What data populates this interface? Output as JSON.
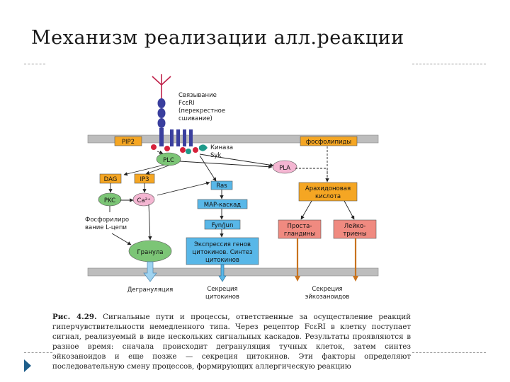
{
  "slide": {
    "title": "Механизм реализации алл.реакции"
  },
  "diagram": {
    "receptor_label": [
      "Связывание",
      "FcεRI",
      "(перекрестное",
      "сшивание)"
    ],
    "kinase_label": [
      "Киназа",
      "Syk"
    ],
    "boxes": {
      "pip2": "PIP2",
      "phospholipids": "фосфолипиды",
      "plc": "PLC",
      "pla": "PLA",
      "dag": "DAG",
      "ip3": "IP3",
      "pkc": "PKC",
      "ca": "Ca²⁺",
      "ras": "Ras",
      "map": "MAP-каскад",
      "fynjun": "Fyn/Jun",
      "cytokines": [
        "Экспрессия генов",
        "цитокинов. Синтез",
        "цитокинов"
      ],
      "arachidonic": [
        "Арахидоновая",
        "кислота"
      ],
      "prostaglandins": [
        "Проста-",
        "гландины"
      ],
      "leukotrienes": [
        "Лейко-",
        "триены"
      ],
      "granule": "Гранула"
    },
    "phosphorylation_label": [
      "Фосфорилиро",
      "вание L-цепи"
    ],
    "outputs": {
      "degranulation": "Дегрануляция",
      "cytokine_secretion": [
        "Секреция",
        "цитокинов"
      ],
      "eicosanoid_secretion": [
        "Секреция",
        "эйкозаноидов"
      ]
    },
    "colors": {
      "membrane": "#bdbdbd",
      "orange": "#f5a623",
      "salmon": "#f08a80",
      "green": "#7cc576",
      "pink": "#f4b6d2",
      "blue": "#58b7e8",
      "receptor": "#3a3f9e",
      "dot_red": "#d6223b",
      "dot_teal": "#1e9a8a"
    }
  },
  "caption": {
    "fig_label": "Рис. 4.29.",
    "text": "Сигнальные пути и процессы, ответственные за осуществление реакций гиперчувствительности немедленного типа. Через рецептор FcεRI в клетку поступает сигнал, реализуемый в виде нескольких сигнальных каскадов. Результаты проявляются в разное время: сначала происходит дегрануляция тучных клеток, затем синтез эйкозаноидов и еще позже — секреция цитокинов. Эти факторы определяют последовательную смену процессов, формирующих аллергическую реакцию"
  }
}
